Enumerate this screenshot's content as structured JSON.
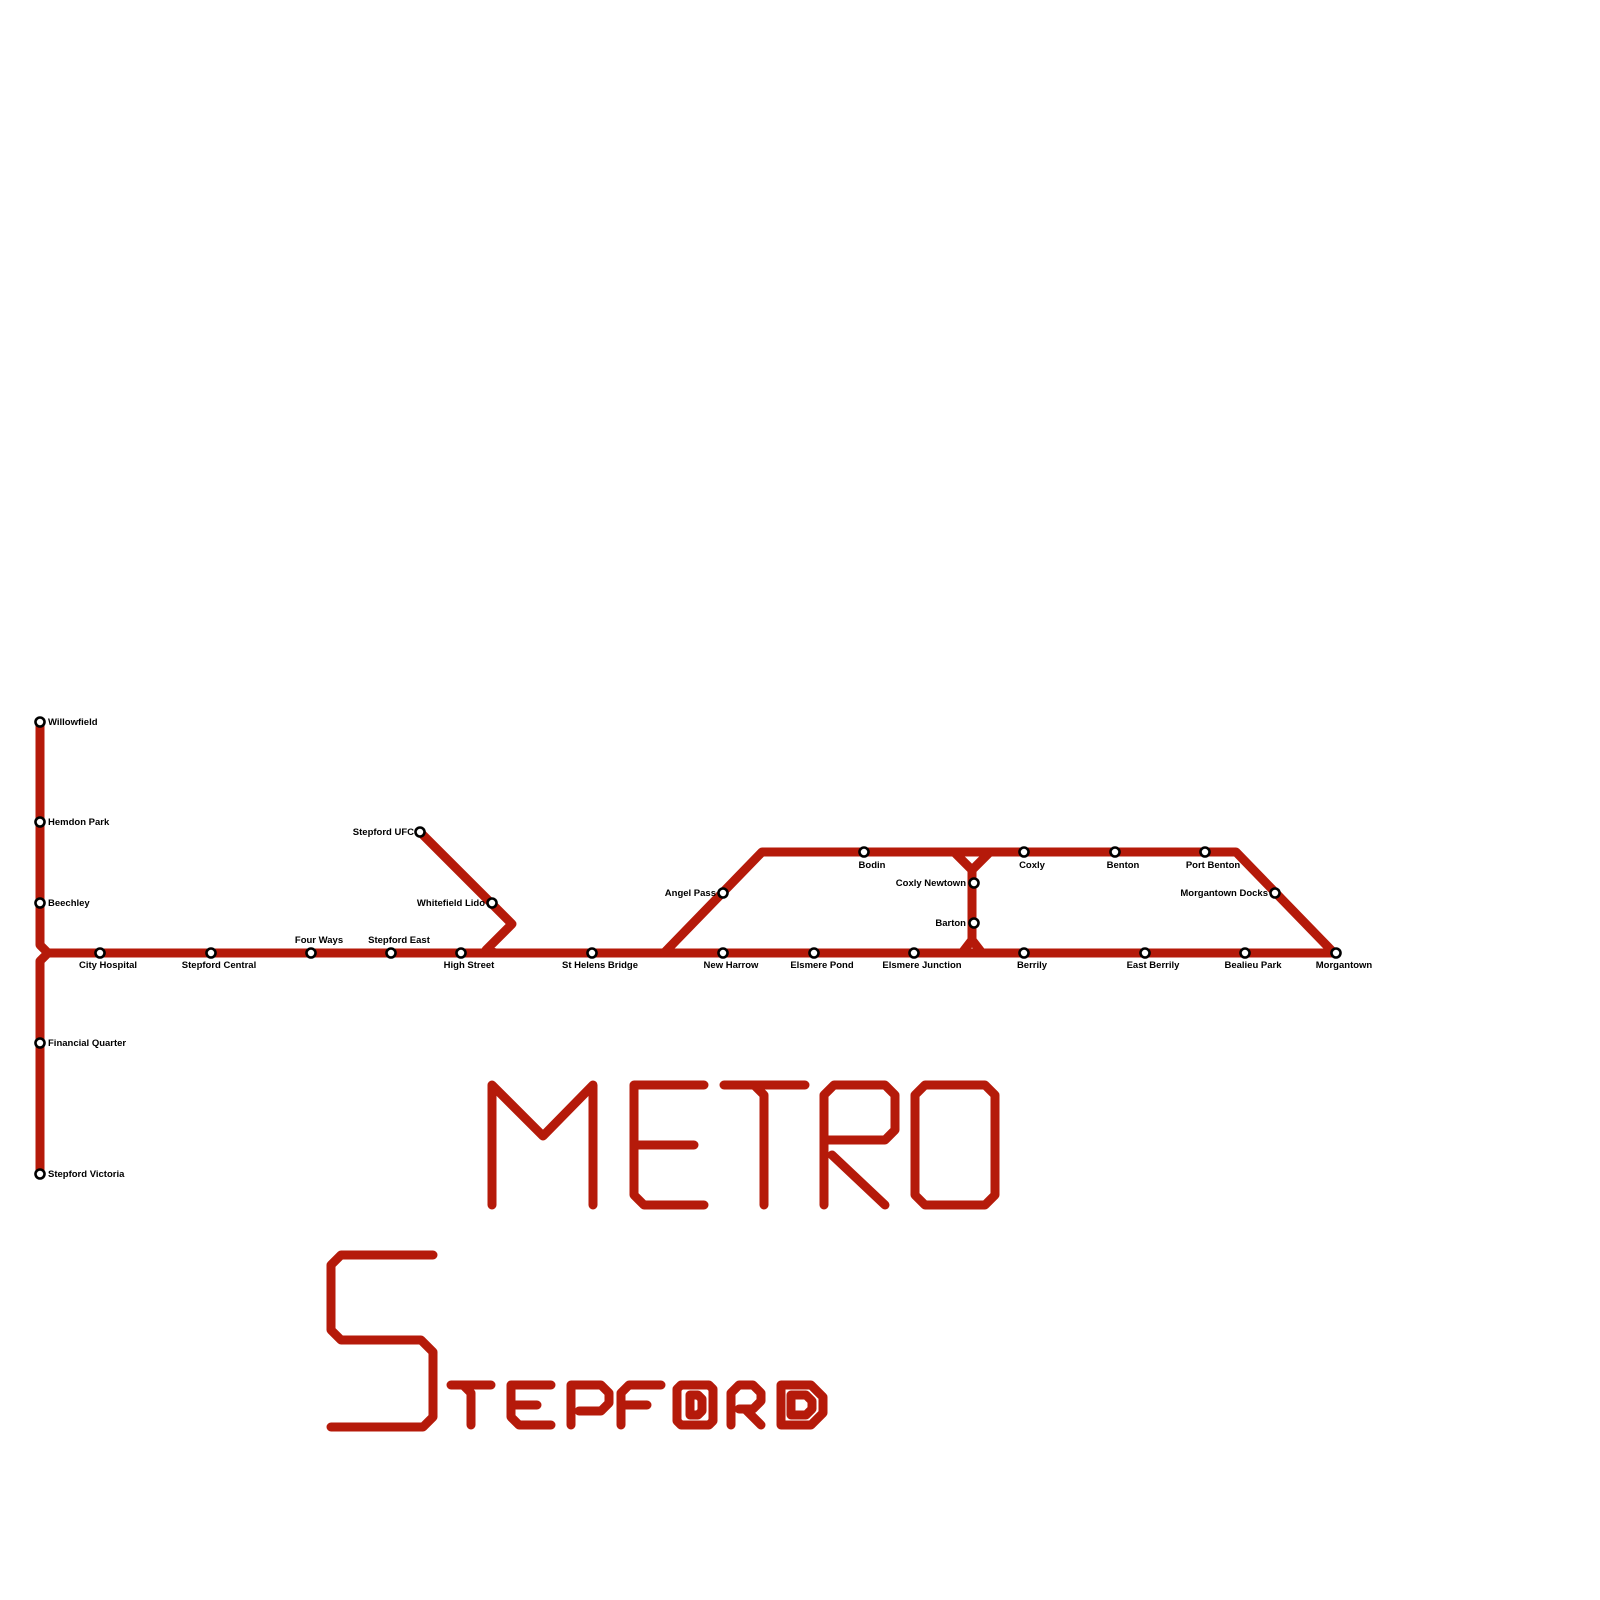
{
  "map": {
    "line_color": "#b51a0a",
    "logo_color": "#b51a0a",
    "logo_text_top": "METRO",
    "logo_text_bottom": "STEPFORD"
  },
  "stations": [
    {
      "id": "willowfield",
      "name": "Willowfield"
    },
    {
      "id": "hemdon-park",
      "name": "Hemdon Park"
    },
    {
      "id": "beechley",
      "name": "Beechley"
    },
    {
      "id": "financial-quarter",
      "name": "Financial Quarter"
    },
    {
      "id": "stepford-victoria",
      "name": "Stepford Victoria"
    },
    {
      "id": "city-hospital",
      "name": "City Hospital"
    },
    {
      "id": "stepford-central",
      "name": "Stepford Central"
    },
    {
      "id": "four-ways",
      "name": "Four Ways"
    },
    {
      "id": "stepford-east",
      "name": "Stepford East"
    },
    {
      "id": "stepford-ufc",
      "name": "Stepford UFC"
    },
    {
      "id": "whitefield-lido",
      "name": "Whitefield Lido"
    },
    {
      "id": "high-street",
      "name": "High Street"
    },
    {
      "id": "st-helens-bridge",
      "name": "St Helens Bridge"
    },
    {
      "id": "angel-pass",
      "name": "Angel Pass"
    },
    {
      "id": "new-harrow",
      "name": "New Harrow"
    },
    {
      "id": "elsmere-pond",
      "name": "Elsmere Pond"
    },
    {
      "id": "elsmere-junction",
      "name": "Elsmere Junction"
    },
    {
      "id": "bodin",
      "name": "Bodin"
    },
    {
      "id": "coxly-newtown",
      "name": "Coxly Newtown"
    },
    {
      "id": "barton",
      "name": "Barton"
    },
    {
      "id": "coxly",
      "name": "Coxly"
    },
    {
      "id": "berrily",
      "name": "Berrily"
    },
    {
      "id": "benton",
      "name": "Benton"
    },
    {
      "id": "east-berrily",
      "name": "East Berrily"
    },
    {
      "id": "port-benton",
      "name": "Port Benton"
    },
    {
      "id": "morgantown-docks",
      "name": "Morgantown Docks"
    },
    {
      "id": "bealieu-park",
      "name": "Bealieu Park"
    },
    {
      "id": "morgantown",
      "name": "Morgantown"
    }
  ]
}
